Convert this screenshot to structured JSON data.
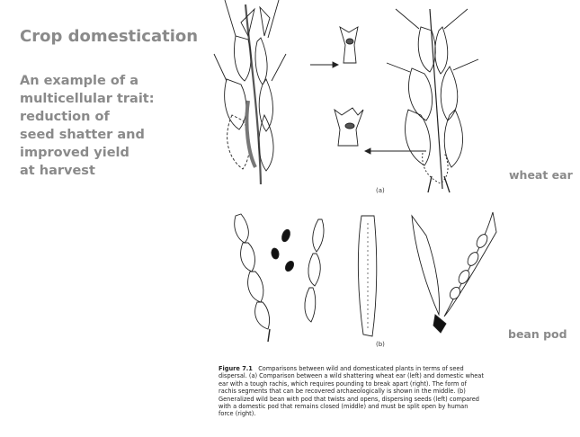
{
  "slide": {
    "title": "Crop domestication",
    "subtitle_lines": [
      "An example of a",
      "multicellular trait:",
      "reduction of",
      "seed shatter and",
      "improved yield",
      "at harvest"
    ]
  },
  "figure": {
    "label_a": "(a)",
    "label_b": "(b)",
    "wheat_label": "wheat ear",
    "bean_label": "bean pod",
    "caption": {
      "fig_number": "Figure 7.1",
      "first_line_rest": "Comparisons between wild and domesticated plants in terms of seed",
      "lines": [
        "dispersal. (a) Comparison between a wild shattering wheat ear (left) and domestic wheat",
        "ear with a tough rachis, which requires pounding to break apart (right). The form of",
        "rachis segments that can be recovered archaeologically is shown in the middle. (b)",
        "Generalized wild bean with pod that twists and opens, dispersing seeds (left) compared",
        "with a domestic pod that remains closed (middle) and must be split open by human",
        "force (right)."
      ]
    }
  }
}
